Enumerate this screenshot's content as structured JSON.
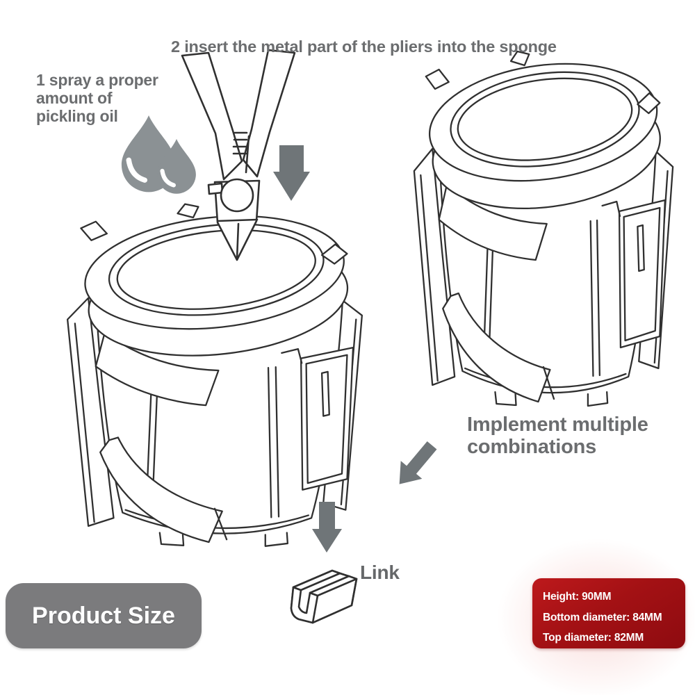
{
  "labels": {
    "step2": "2 insert the metal part of the pliers into the sponge",
    "step1_line1": "1 spray a proper",
    "step1_line2": "amount of",
    "step1_line3": "pickling oil",
    "combo_line1": "Implement multiple",
    "combo_line2": "combinations",
    "link": "Link",
    "product_size": "Product Size"
  },
  "size_specs": {
    "height": "Height: 90MM",
    "bottom_diameter": "Bottom diameter: 84MM",
    "top_diameter": "Top diameter: 82MM"
  },
  "icons": {
    "oil_droplets": "oil-droplets-icon",
    "arrow_insert": "down-arrow-icon",
    "arrow_combine": "diagonal-down-left-arrow-icon",
    "arrow_link": "down-arrow-icon"
  },
  "illustrations": {
    "pliers": "diagonal-cutter-pliers",
    "bucket_left": "sponge-holder-pot",
    "bucket_right": "sponge-holder-pot",
    "link_clip": "u-channel-link-clip"
  },
  "colors": {
    "text_gray": "#6b6d6f",
    "droplet_gray": "#8b9194",
    "arrow_gray": "#6f7578",
    "line_dark": "#303030",
    "product_box_gray": "#7b7b7d",
    "size_box_red": "#a31114",
    "white": "#ffffff"
  }
}
